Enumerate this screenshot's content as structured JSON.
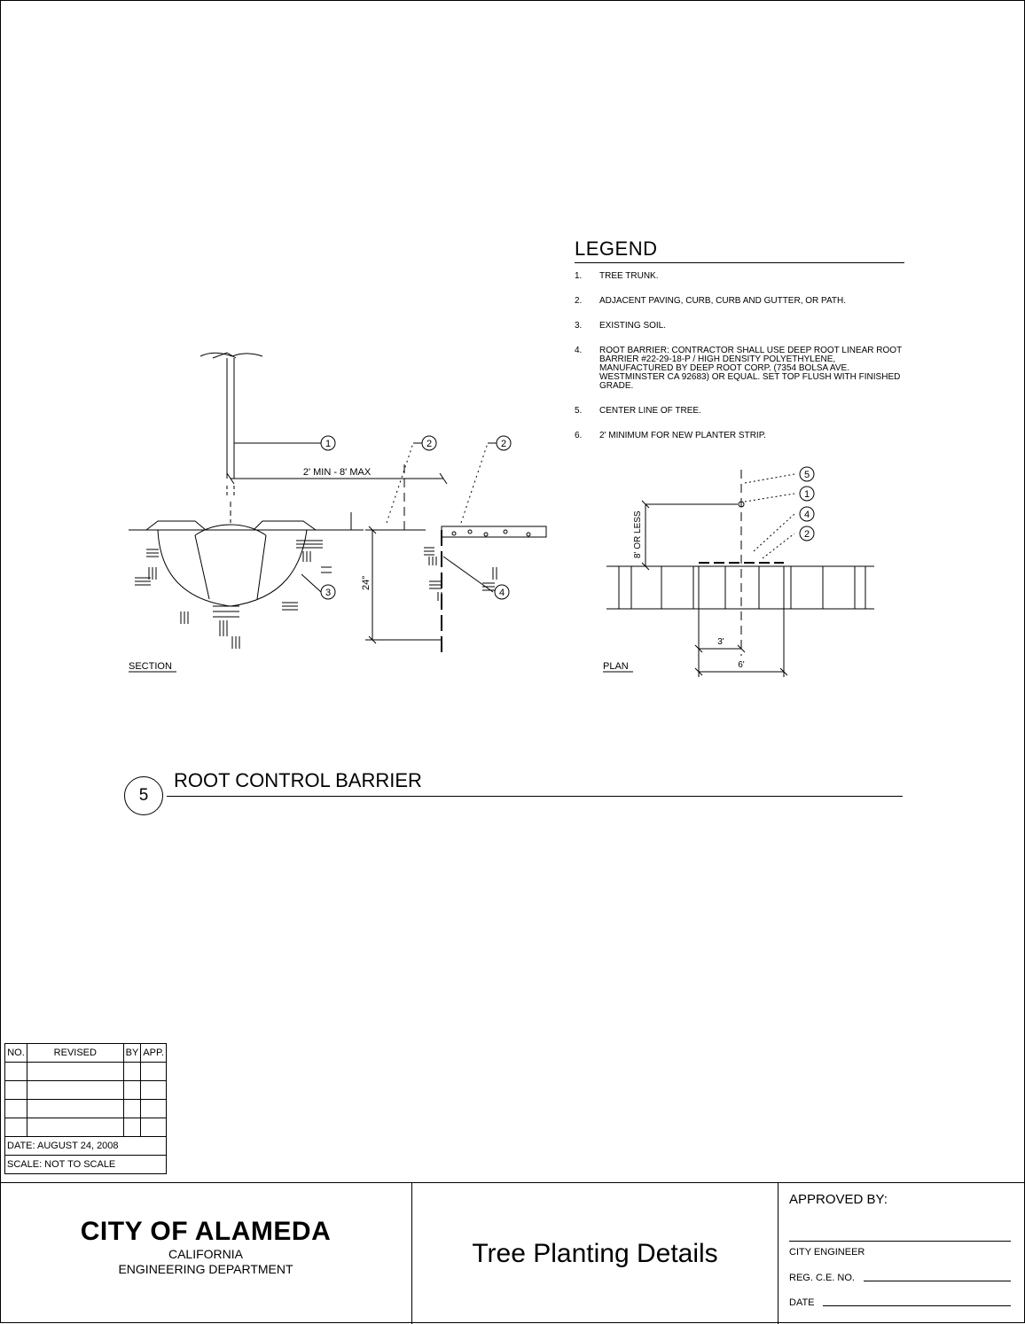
{
  "legend": {
    "title": "LEGEND",
    "items": [
      {
        "num": "1.",
        "text": "TREE TRUNK."
      },
      {
        "num": "2.",
        "text": "ADJACENT PAVING, CURB, CURB AND GUTTER, OR PATH."
      },
      {
        "num": "3.",
        "text": "EXISTING SOIL."
      },
      {
        "num": "4.",
        "text": "ROOT BARRIER: CONTRACTOR SHALL USE DEEP ROOT LINEAR ROOT BARRIER #22-29-18-P / HIGH DENSITY POLYETHYLENE, MANUFACTURED BY DEEP ROOT CORP. (7354 BOLSA AVE. WESTMINSTER CA 92683) OR EQUAL. SET TOP FLUSH WITH FINISHED GRADE."
      },
      {
        "num": "5.",
        "text": "CENTER LINE OF TREE."
      },
      {
        "num": "6.",
        "text": "2' MINIMUM FOR NEW PLANTER STRIP."
      }
    ]
  },
  "section": {
    "label": "SECTION",
    "dim_width": "2' MIN - 8' MAX",
    "dim_depth": "24\"",
    "callouts": [
      "1",
      "2",
      "2",
      "3",
      "4"
    ]
  },
  "plan": {
    "label": "PLAN",
    "dim_side": "8' OR LESS",
    "dim_small": "3'",
    "dim_large": "6'",
    "callouts": [
      "5",
      "1",
      "4",
      "2"
    ]
  },
  "detail": {
    "number": "5",
    "title": "ROOT CONTROL BARRIER"
  },
  "revisions": {
    "headers": [
      "NO.",
      "REVISED",
      "BY",
      "APP."
    ],
    "date": "DATE: AUGUST 24, 2008",
    "scale": "SCALE: NOT TO SCALE"
  },
  "title_block": {
    "city": "CITY OF ALAMEDA",
    "state": "CALIFORNIA",
    "department": "ENGINEERING DEPARTMENT",
    "sheet_title": "Tree Planting Details",
    "approved_by": "APPROVED BY:",
    "city_engineer": "CITY ENGINEER",
    "reg_no": "REG. C.E. NO.",
    "date": "DATE"
  }
}
